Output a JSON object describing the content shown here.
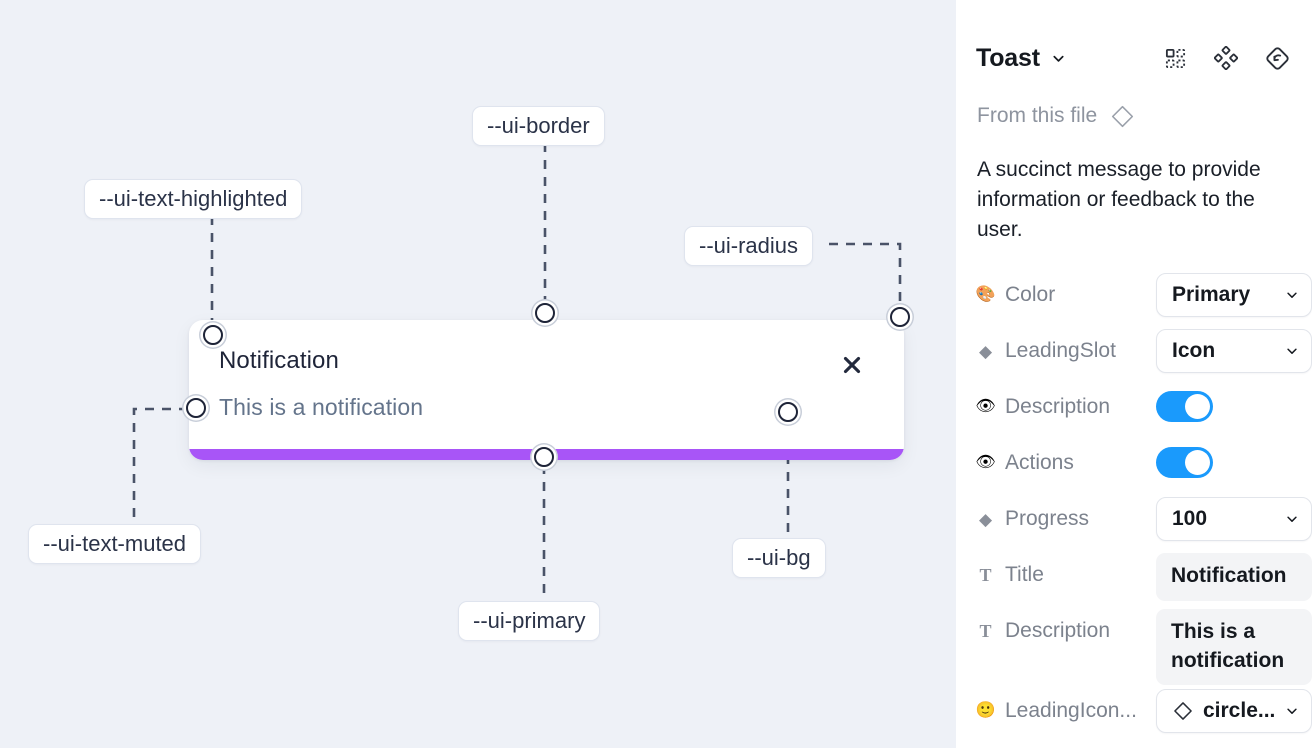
{
  "canvas": {
    "background_color": "#eef1f7",
    "toast": {
      "title": "Notification",
      "description": "This is a notification",
      "close_icon": "close-x-icon",
      "progress_percent": 100,
      "progress_color": "#a855f7",
      "background_color": "#ffffff"
    },
    "tokens": [
      {
        "label": "--ui-border"
      },
      {
        "label": "--ui-text-highlighted"
      },
      {
        "label": "--ui-radius"
      },
      {
        "label": "--ui-text-muted"
      },
      {
        "label": "--ui-bg"
      },
      {
        "label": "--ui-primary"
      }
    ]
  },
  "sidebar": {
    "title": "Toast",
    "title_caret_icon": "chevron-down-icon",
    "header_actions": [
      {
        "icon": "component-grid-icon"
      },
      {
        "icon": "variant-diamond-cluster-icon"
      },
      {
        "icon": "reset-instance-icon"
      }
    ],
    "source": {
      "label": "From this file",
      "icon": "diamond-outline-icon"
    },
    "description": "A succinct message to provide information or feedback to the user.",
    "properties": [
      {
        "icon": "palette-icon",
        "glyph": "🎨",
        "icon_kind": "emoji",
        "label": "Color",
        "control": "select",
        "value": "Primary"
      },
      {
        "icon": "diamond-filled-icon",
        "glyph": "◆",
        "icon_kind": "diamond",
        "label": "LeadingSlot",
        "control": "select",
        "value": "Icon"
      },
      {
        "icon": "eye-icon",
        "glyph": "👁",
        "icon_kind": "emoji",
        "label": "Description",
        "control": "toggle",
        "value": "on"
      },
      {
        "icon": "eye-icon",
        "glyph": "👁",
        "icon_kind": "emoji",
        "label": "Actions",
        "control": "toggle",
        "value": "on"
      },
      {
        "icon": "diamond-filled-icon",
        "glyph": "◆",
        "icon_kind": "diamond",
        "label": "Progress",
        "control": "select",
        "value": "100"
      },
      {
        "icon": "text-type-icon",
        "glyph": "T",
        "icon_kind": "serif-t",
        "label": "Title",
        "control": "text",
        "value": "Notification"
      },
      {
        "icon": "text-type-icon",
        "glyph": "T",
        "icon_kind": "serif-t",
        "label": "Description",
        "control": "text",
        "value": "This is a notification"
      },
      {
        "icon": "smiley-icon",
        "glyph": "🙂",
        "icon_kind": "emoji",
        "label": "LeadingIcon...",
        "control": "select-icon",
        "value": "circle..."
      }
    ],
    "accent_color": "#1a9afc"
  }
}
